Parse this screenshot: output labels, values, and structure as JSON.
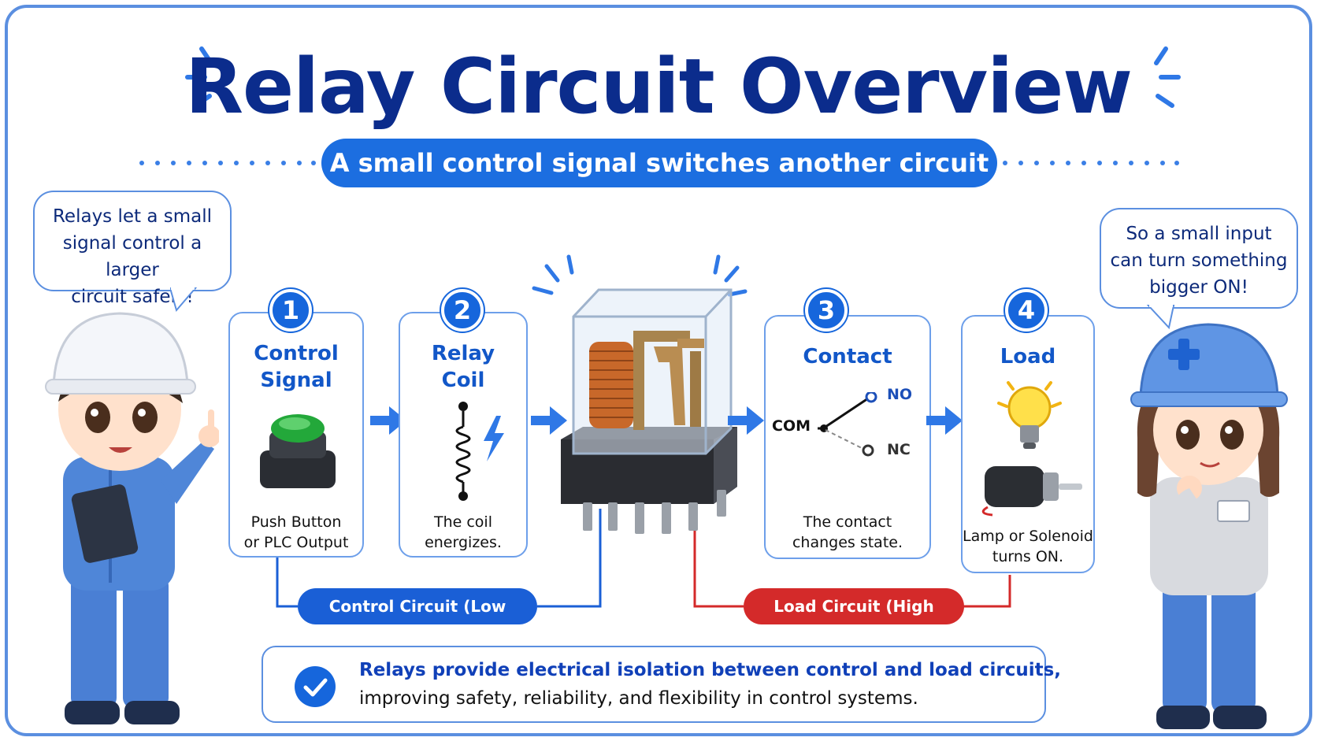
{
  "title": "Relay Circuit Overview",
  "subtitle": "A small control signal switches another circuit",
  "bubbles": {
    "left": [
      "Relays let a small",
      "signal control a larger",
      "circuit safely!"
    ],
    "right": [
      "So a small input",
      "can turn something",
      "bigger ON!"
    ]
  },
  "steps": [
    {
      "number": "1",
      "title": [
        "Control",
        "Signal"
      ],
      "desc": [
        "Push Button",
        "or PLC Output"
      ],
      "icon": "push-button-icon"
    },
    {
      "number": "2",
      "title": [
        "Relay",
        "Coil"
      ],
      "desc": [
        "The coil",
        "energizes."
      ],
      "icon": "coil-icon"
    },
    {
      "number": "3",
      "title": [
        "Contact"
      ],
      "desc": [
        "The contact",
        "changes state."
      ],
      "icon": "switch-contact-icon",
      "pins": {
        "com": "COM",
        "no": "NO",
        "nc": "NC"
      }
    },
    {
      "number": "4",
      "title": [
        "Load"
      ],
      "desc": [
        "Lamp or Solenoid",
        "turns ON."
      ],
      "icon": "lamp-icon"
    }
  ],
  "circuits": {
    "control": "Control Circuit (Low Power)",
    "load": "Load Circuit (High Power)"
  },
  "note": {
    "line1": "Relays provide electrical isolation between control and load circuits,",
    "line2": "improving safety, reliability, and flexibility in control systems."
  },
  "colors": {
    "title": "#0b2c8c",
    "accent": "#1c6ee0",
    "control_circuit": "#1a5fd6",
    "load_circuit": "#d42a2a",
    "card_border": "#6d9fea"
  }
}
